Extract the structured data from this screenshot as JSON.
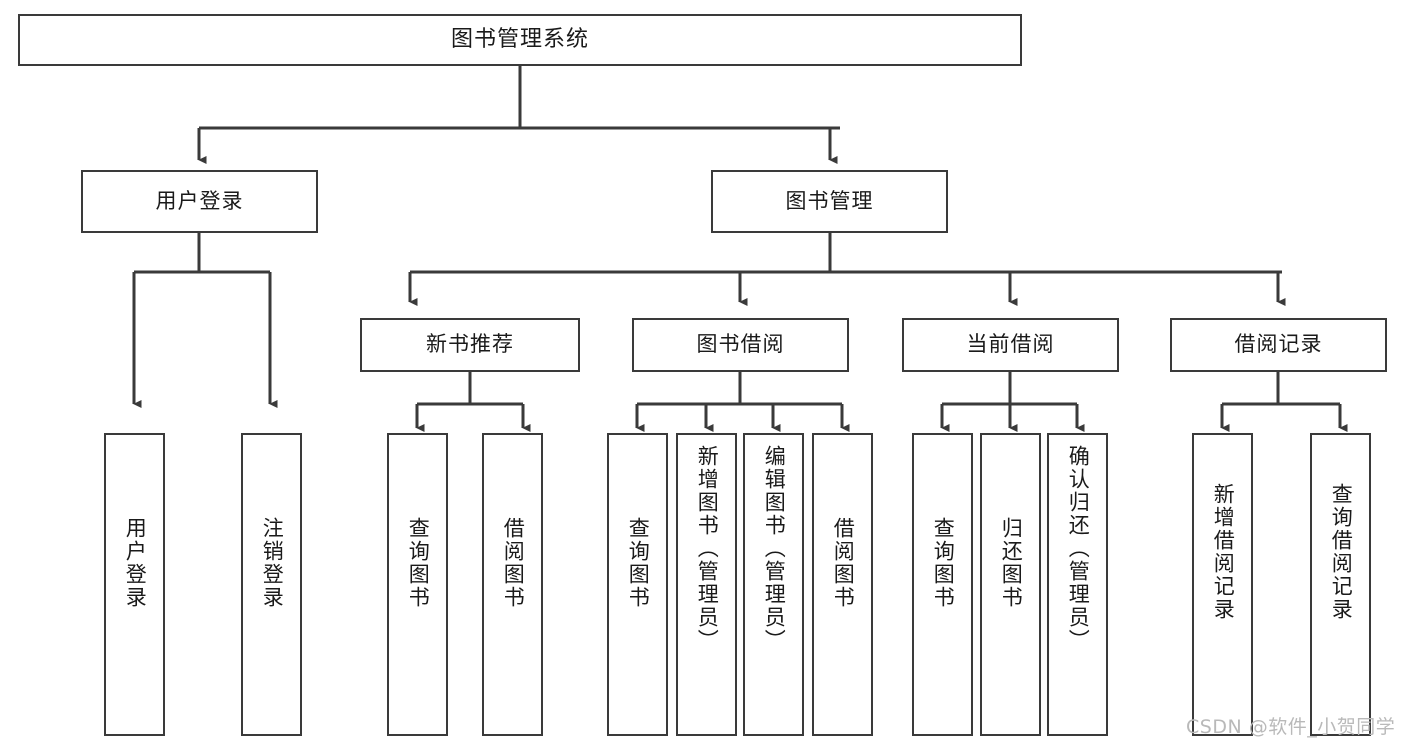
{
  "diagram": {
    "title": "图书管理系统",
    "type": "hierarchy-tree",
    "watermark": "CSDN @软件_小贺同学",
    "colors": {
      "stroke": "#3a3a3a",
      "fill": "#ffffff",
      "text": "#1a1a1a",
      "watermark": "#b9b9b9"
    },
    "levels": {
      "root": {
        "label": "图书管理系统"
      },
      "level2": [
        {
          "label": "用户登录"
        },
        {
          "label": "图书管理"
        }
      ],
      "level3": [
        {
          "label": "新书推荐"
        },
        {
          "label": "图书借阅"
        },
        {
          "label": "当前借阅"
        },
        {
          "label": "借阅记录"
        }
      ],
      "leaves": {
        "user_login": [
          {
            "label": "用户登录"
          },
          {
            "label": "注销登录"
          }
        ],
        "new_book_recommend": [
          {
            "label": "查询图书"
          },
          {
            "label": "借阅图书"
          }
        ],
        "book_borrow": [
          {
            "label": "查询图书"
          },
          {
            "label": "新增图书（管理员）"
          },
          {
            "label": "编辑图书（管理员）"
          },
          {
            "label": "借阅图书"
          }
        ],
        "current_borrow": [
          {
            "label": "查询图书"
          },
          {
            "label": "归还图书"
          },
          {
            "label": "确认归还（管理员）"
          }
        ],
        "borrow_records": [
          {
            "label": "新增借阅记录"
          },
          {
            "label": "查询借阅记录"
          }
        ]
      }
    }
  }
}
